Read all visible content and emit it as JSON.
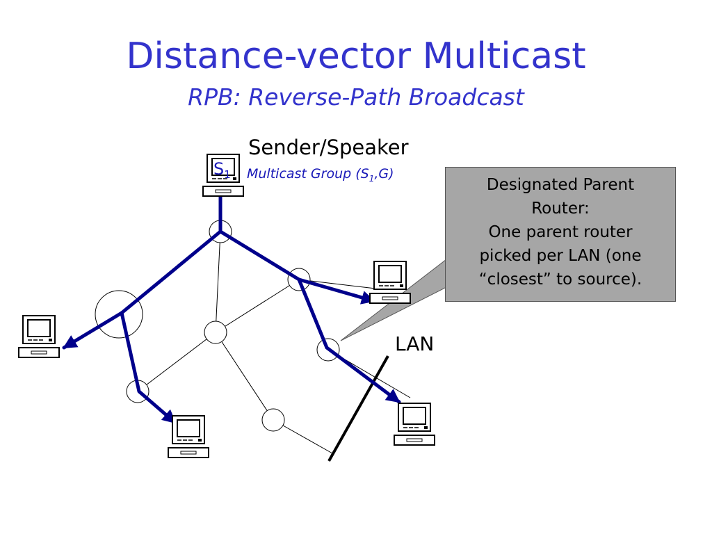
{
  "title": "Distance-vector Multicast",
  "subtitle": "RPB: Reverse-Path Broadcast",
  "sender_label": "Sender/Speaker",
  "group_label": {
    "prefix": "Multicast Group (S",
    "sub": "1",
    "suffix": ",G)"
  },
  "source_host": {
    "label": "S",
    "sub": "1"
  },
  "callout": "Designated Parent\nRouter:\nOne parent router\npicked per LAN (one\n“closest” to source).",
  "lan_label": "LAN",
  "colors": {
    "title": "#3333cc",
    "path": "#00008b",
    "callout_bg": "#a6a6a6"
  }
}
